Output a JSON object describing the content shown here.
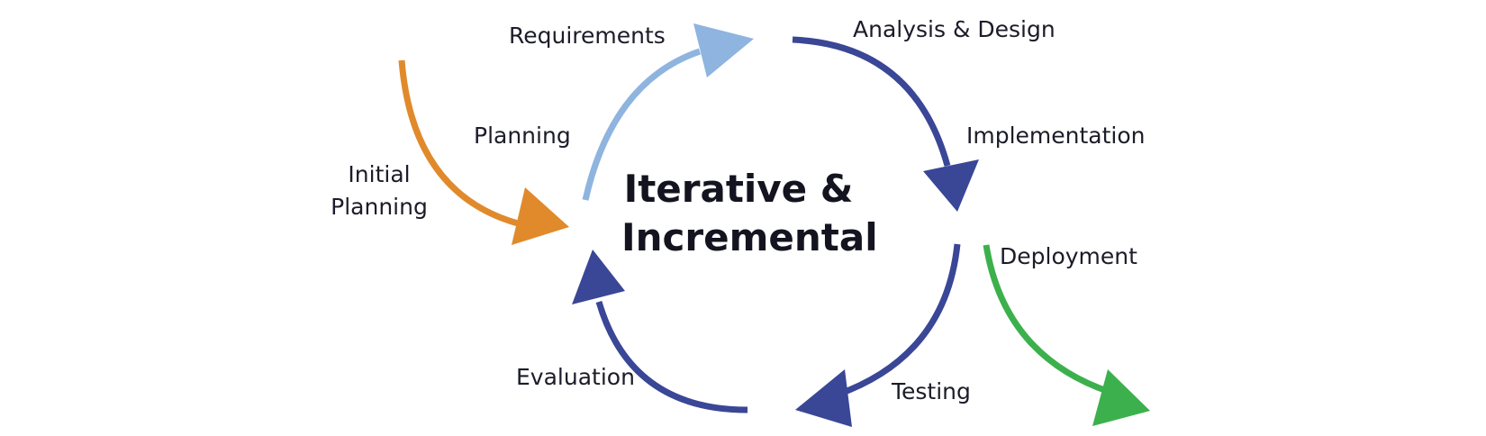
{
  "title": {
    "line1": "Iterative &",
    "line2": "Incremental"
  },
  "stages": {
    "initial_planning": {
      "line1": "Initial",
      "line2": "Planning"
    },
    "planning": "Planning",
    "requirements": "Requirements",
    "analysis_design": "Analysis & Design",
    "implementation": "Implementation",
    "deployment": "Deployment",
    "testing": "Testing",
    "evaluation": "Evaluation"
  },
  "colors": {
    "initial_planning_arrow": "#e08a2c",
    "requirements_arrow": "#8eb4df",
    "cycle_arrow": "#3a4696",
    "deployment_arrow": "#3cb04c",
    "text": "#1c1c2a"
  }
}
